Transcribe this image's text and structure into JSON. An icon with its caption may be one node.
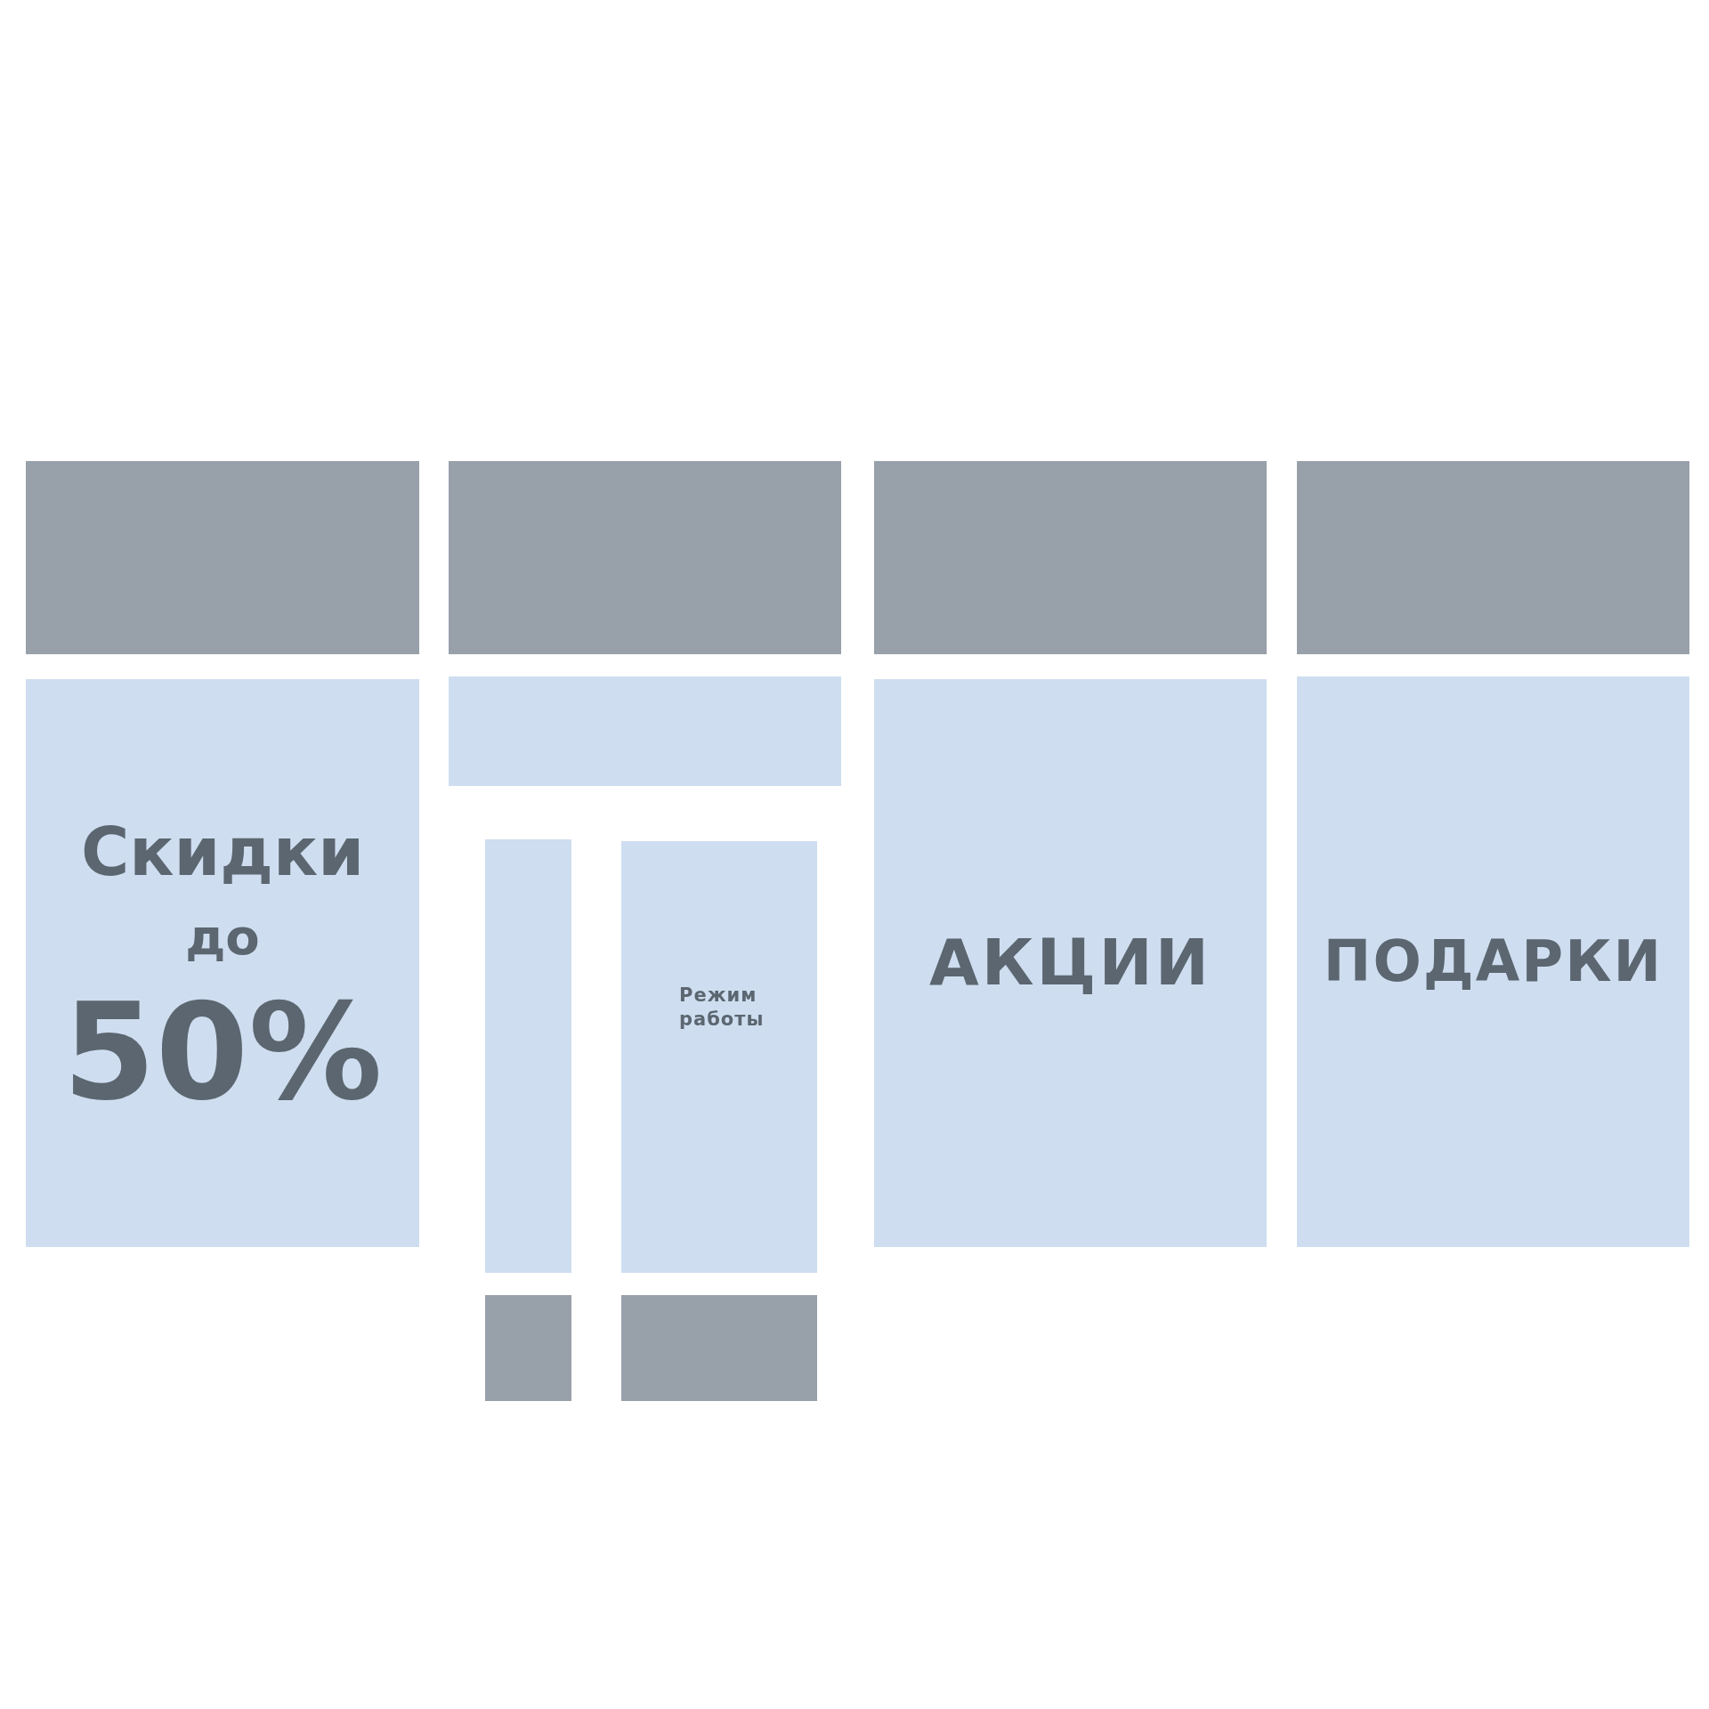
{
  "diagram": {
    "nodes": [
      {
        "text": [],
        "shape": "box"
      },
      {
        "text": [],
        "shape": "box"
      },
      {
        "text": [],
        "shape": "box"
      },
      {
        "text": [],
        "shape": "box"
      },
      {
        "text": [
          "Скидки",
          "до",
          "50%"
        ]
      },
      {
        "text": [],
        "shape": "box"
      },
      {
        "text": [
          "АКЦИИ"
        ]
      },
      {
        "text": [
          "ПОДАРКИ"
        ]
      },
      {
        "text": [],
        "shape": "box"
      },
      {
        "text": [
          "Режим работы"
        ]
      },
      {
        "text": [],
        "shape": "box"
      },
      {
        "text": [],
        "shape": "box"
      }
    ]
  }
}
